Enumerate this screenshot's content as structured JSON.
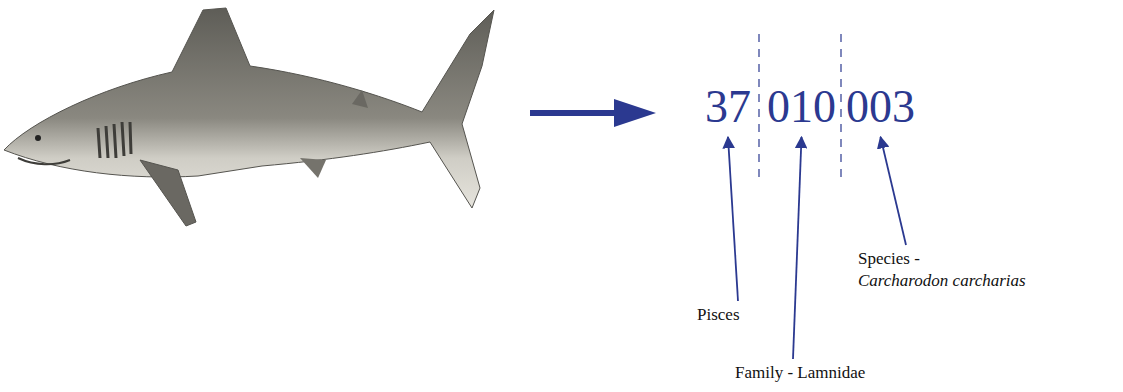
{
  "diagram": {
    "labels": [
      "37",
      "010",
      "003",
      "Pisces",
      "Species -",
      "Carcharodon carcharias",
      "Family - Lamnidae"
    ]
  }
}
